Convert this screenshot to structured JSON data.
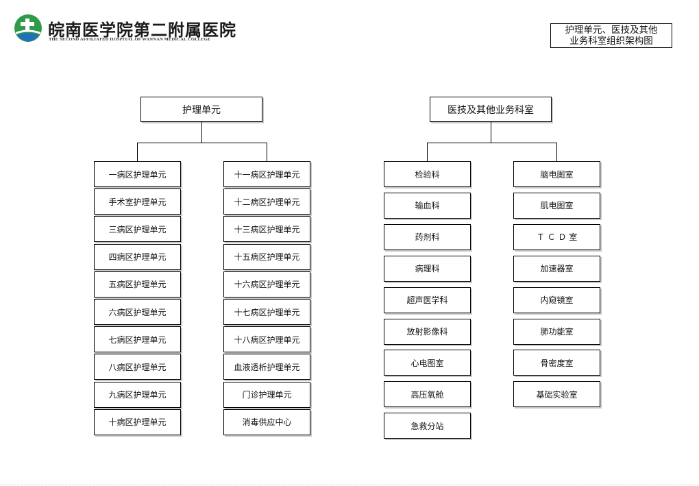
{
  "header": {
    "logo_cn": "皖南医学院第二附属医院",
    "logo_en": "THE SECOND AFFILIATED HOSPITAL OF WANNAN MEDICAL COLLEGE",
    "title_line1": "护理单元、医技及其他",
    "title_line2": "业务科室组织架构图",
    "brand_green": "#2e9a4a",
    "brand_blue": "#1f72b8"
  },
  "nursing": {
    "label": "护理单元",
    "col1": [
      "一病区护理单元",
      "手术室护理单元",
      "三病区护理单元",
      "四病区护理单元",
      "五病区护理单元",
      "六病区护理单元",
      "七病区护理单元",
      "八病区护理单元",
      "九病区护理单元",
      "十病区护理单元"
    ],
    "col2": [
      "十一病区护理单元",
      "十二病区护理单元",
      "十三病区护理单元",
      "十五病区护理单元",
      "十六病区护理单元",
      "十七病区护理单元",
      "十八病区护理单元",
      "血液透析护理单元",
      "门诊护理单元",
      "消毒供应中心"
    ]
  },
  "medtech": {
    "label": "医技及其他业务科室",
    "col1": [
      "检验科",
      "输血科",
      "药剂科",
      "病理科",
      "超声医学科",
      "放射影像科",
      "心电图室",
      "高压氧舱",
      "急救分站"
    ],
    "col2": [
      "脑电图室",
      "肌电图室",
      "Ｔ Ｃ Ｄ 室",
      "加速器室",
      "内窥镜室",
      "肺功能室",
      "骨密度室",
      "基础实验室"
    ]
  }
}
